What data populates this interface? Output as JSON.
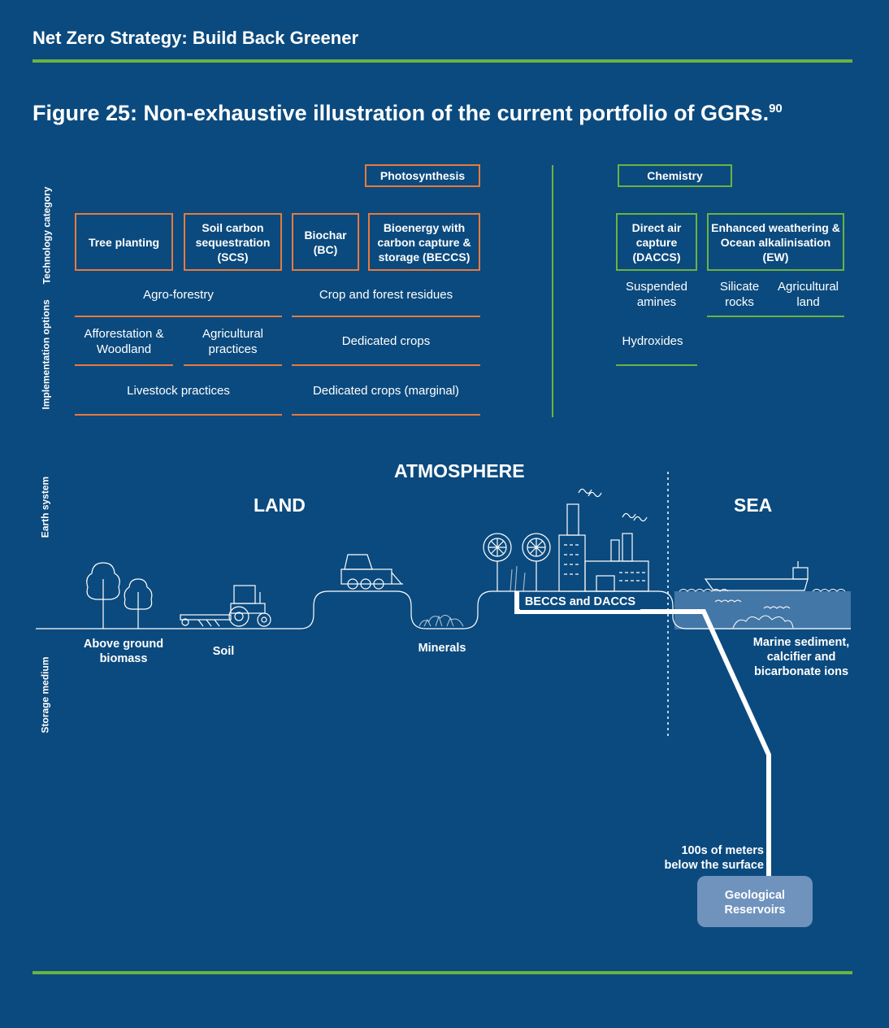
{
  "header": {
    "title": "Net Zero Strategy: Build Back Greener"
  },
  "figure": {
    "title": "Figure 25: Non-exhaustive illustration of the current portfolio of GGRs.",
    "footnote": "90"
  },
  "side_labels": {
    "technology": "Technology category",
    "implementation": "Implementation options",
    "earth_system": "Earth system",
    "storage_medium": "Storage medium"
  },
  "groups": {
    "photosynthesis": "Photosynthesis",
    "chemistry": "Chemistry"
  },
  "technologies": {
    "tree_planting": "Tree planting",
    "scs": "Soil carbon sequestration (SCS)",
    "biochar": "Biochar (BC)",
    "beccs": "Bioenergy with carbon capture & storage (BECCS)",
    "daccs": "Direct air capture (DACCS)",
    "ew": "Enhanced weathering & Ocean alkalinisation (EW)"
  },
  "options": {
    "agro_forestry": "Agro-forestry",
    "crop_residues": "Crop and forest residues",
    "afforestation": "Afforestation & Woodland",
    "agri_practices": "Agricultural practices",
    "dedicated_crops": "Dedicated crops",
    "livestock": "Livestock practices",
    "dedicated_marginal": "Dedicated crops (marginal)",
    "suspended_amines": "Suspended amines",
    "silicate_rocks": "Silicate rocks",
    "agri_land": "Agricultural land",
    "hydroxides": "Hydroxides"
  },
  "earth_system": {
    "atmosphere": "ATMOSPHERE",
    "land": "LAND",
    "sea": "SEA"
  },
  "storage": {
    "above_ground": "Above ground biomass",
    "soil": "Soil",
    "minerals": "Minerals",
    "beccs_daccs": "BECCS and DACCS",
    "marine": "Marine sediment, calcifier and bicarbonate ions",
    "depth": "100s of meters below the surface",
    "geological": "Geological Reservoirs"
  },
  "colors": {
    "background": "#0b4a7e",
    "photosynthesis": "#e87a3c",
    "chemistry": "#6cb33f",
    "rule": "#6cb33f",
    "sea": "#4d7fae",
    "reservoir": "#6f93bd"
  }
}
